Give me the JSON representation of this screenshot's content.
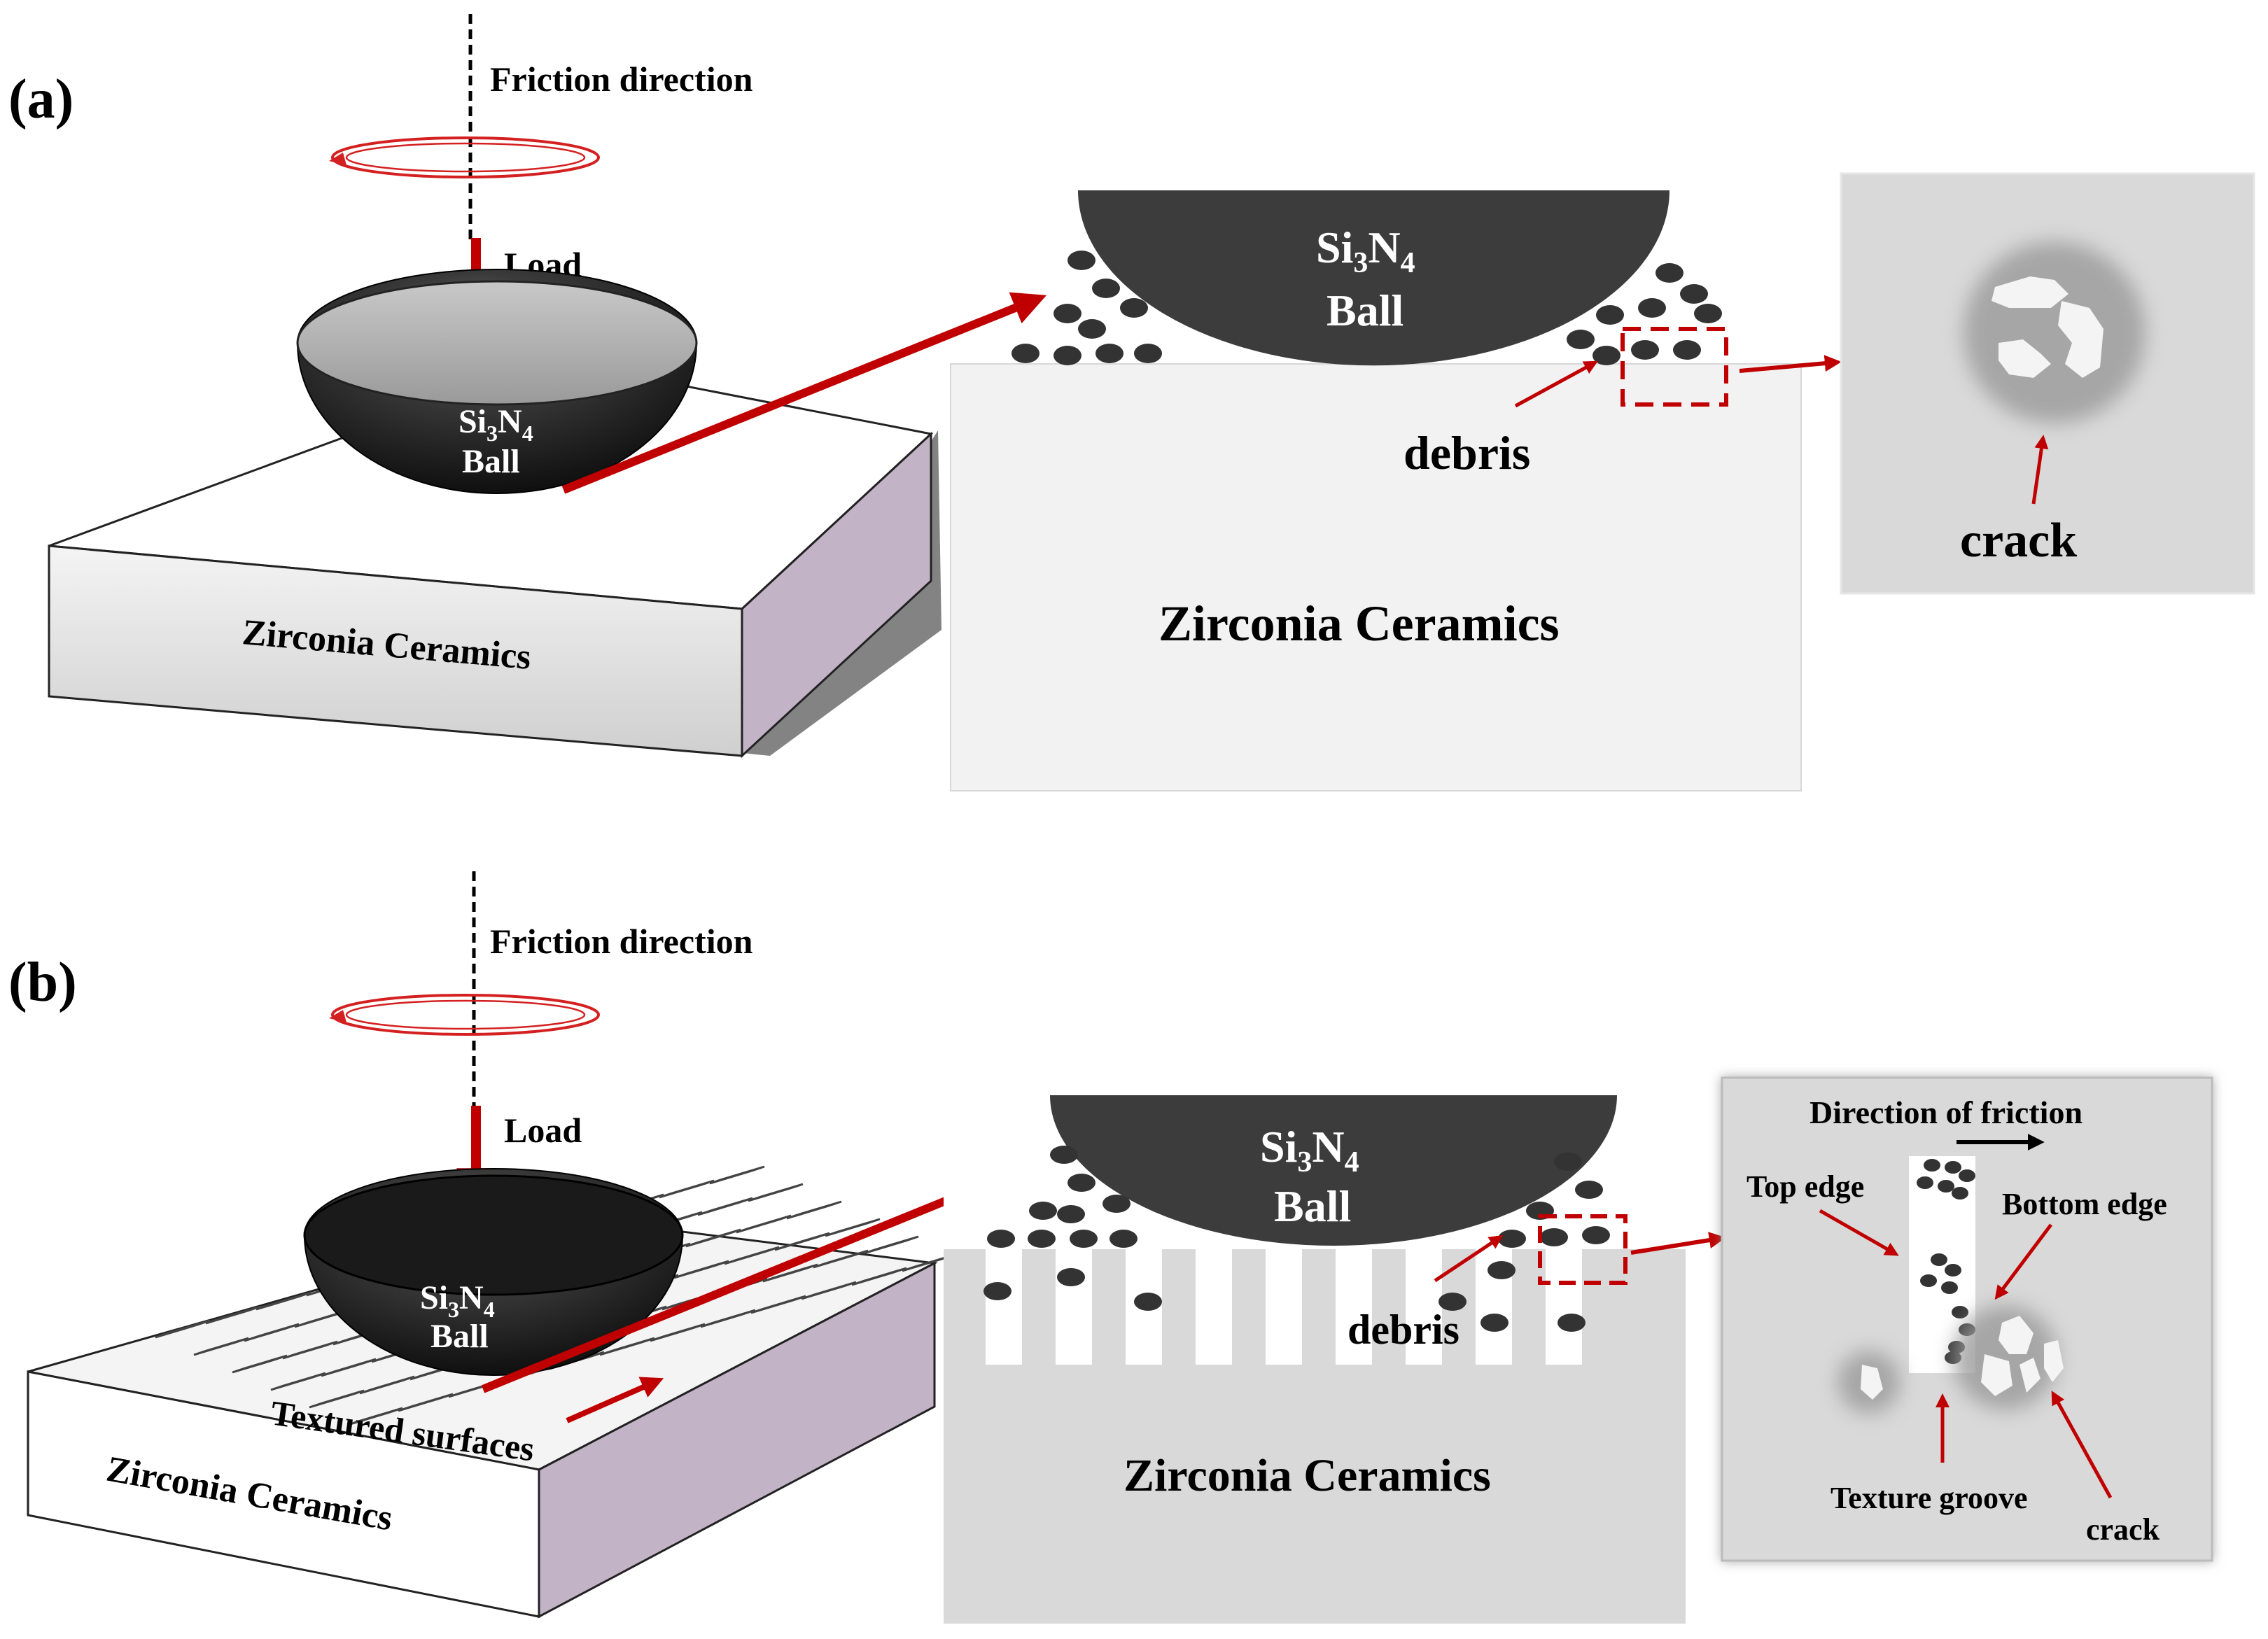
{
  "panel_a": {
    "label": "(a)",
    "friction_direction": "Friction direction",
    "load": "Load",
    "ball_line1": "Si3N4",
    "ball_line2": "Ball",
    "block_label": "Zirconia Ceramics",
    "detail_ball_line1": "Si3N4",
    "detail_ball_line2": "Ball",
    "debris": "debris",
    "detail_substrate": "Zirconia Ceramics",
    "crack": "crack"
  },
  "panel_b": {
    "label": "(b)",
    "friction_direction": "Friction direction",
    "load": "Load",
    "ball_line1": "Si3N4",
    "ball_line2": "Ball",
    "textured": "Textured surfaces",
    "block_label": "Zirconia Ceramics",
    "detail_ball_line1": "Si3N4",
    "detail_ball_line2": "Ball",
    "debris": "debris",
    "detail_substrate": "Zirconia Ceramics",
    "direction_of_friction": "Direction of friction",
    "top_edge": "Top  edge",
    "bottom_edge": "Bottom edge",
    "texture_groove": "Texture  groove",
    "crack": "crack"
  },
  "colors": {
    "arrow": "#c00000",
    "ball": "#3c3c3c",
    "debris": "#333333",
    "block_side": "#c3b3c6",
    "substrate_a": "#f2f2f2",
    "substrate_b": "#d9d9d9"
  }
}
